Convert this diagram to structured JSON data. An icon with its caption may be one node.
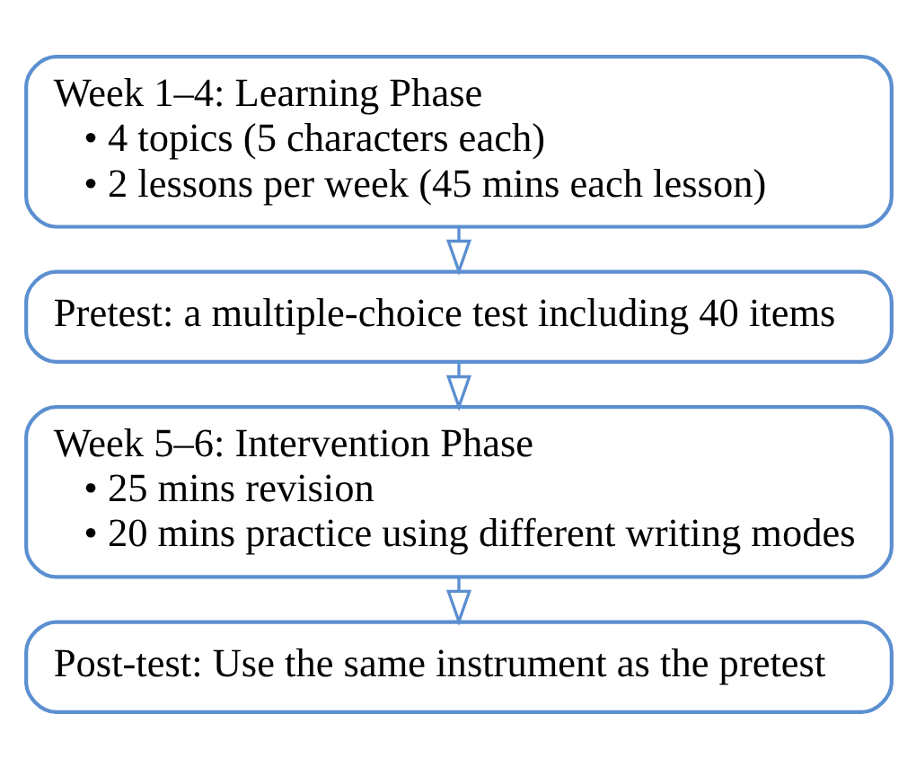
{
  "diagram": {
    "nodes": [
      {
        "text": [
          "Week 1–4: Learning Phase",
          "• 4 topics (5 characters each)",
          "• 2 lessons per week (45 mins each lesson)"
        ]
      },
      {
        "text": [
          "Pretest: a multiple-choice test including 40 items"
        ]
      },
      {
        "text": [
          "Week 5–6: Intervention Phase",
          "• 25 mins revision",
          "• 20 mins practice using different writing modes"
        ]
      },
      {
        "text": [
          "Post-test: Use the same instrument as the pretest"
        ]
      }
    ],
    "edges": [
      {
        "from": 0,
        "to": 1,
        "arrow": "to"
      },
      {
        "from": 1,
        "to": 2,
        "arrow": "to"
      },
      {
        "from": 2,
        "to": 3,
        "arrow": "to"
      }
    ]
  }
}
